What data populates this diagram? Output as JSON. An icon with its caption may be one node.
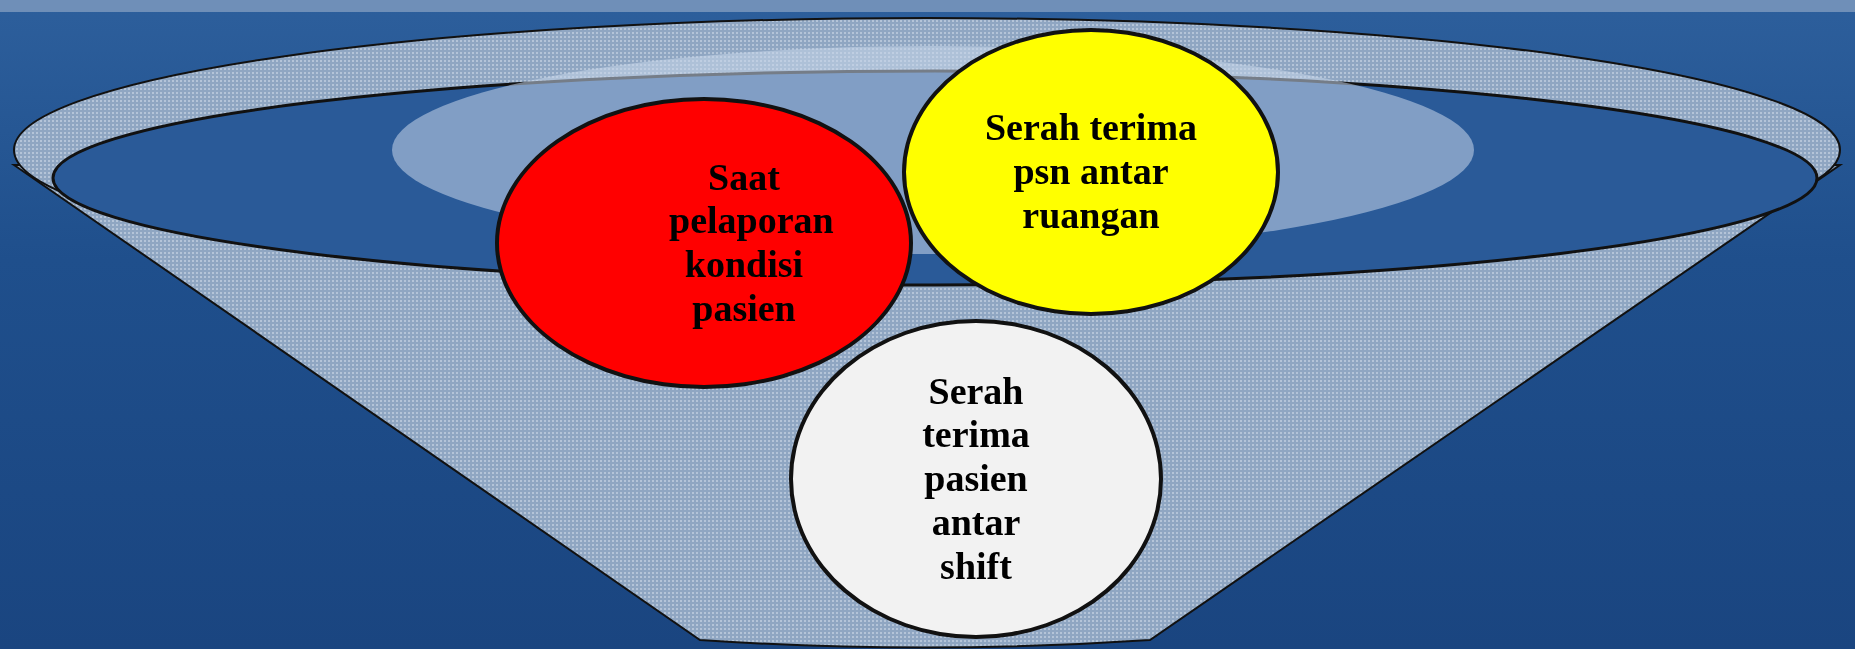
{
  "diagram": {
    "nodes": [
      {
        "text": [
          "Saat pelaporan kondisi pasien"
        ]
      },
      {
        "text": [
          "Serah terima psn antar ruangan"
        ]
      },
      {
        "text": [
          "Serah terima pasien antar shift"
        ]
      }
    ]
  }
}
